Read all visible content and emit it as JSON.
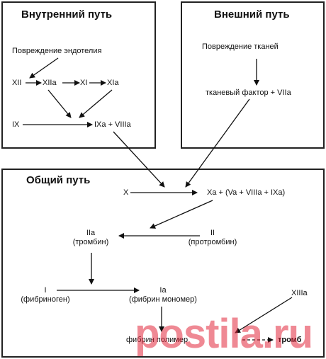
{
  "intrinsic": {
    "title": "Внутренний путь",
    "damage": "Повреждение эндотелия",
    "xii": "XII",
    "xiia": "XIIa",
    "xi": "XI",
    "xia": "XIa",
    "ix": "IX",
    "ixa_viiia": "IXa + VIIIa"
  },
  "extrinsic": {
    "title": "Внешний путь",
    "damage": "Повреждение тканей",
    "factor": "тканевый фактор + VIIa"
  },
  "common": {
    "title": "Общий путь",
    "x": "X",
    "xa_complex": "Xa + (Va + VIIIa + IXa)",
    "iia": "IIa",
    "iia_name": "(тромбин)",
    "ii": "II",
    "ii_name": "(протромбин)",
    "i": "I",
    "i_name": "(фибриноген)",
    "ia": "Ia",
    "ia_name": "(фибрин мономер)",
    "xiiia": "XIIIa",
    "polymer": "фибрин полимер",
    "thrombus": "тромб"
  },
  "watermark": "postila.ru"
}
